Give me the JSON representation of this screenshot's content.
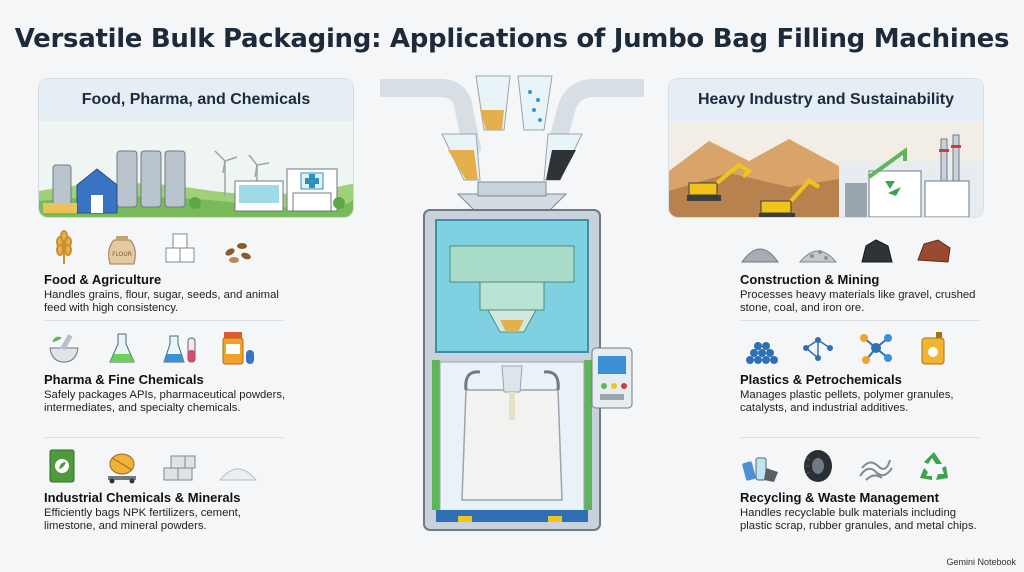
{
  "title": "Versatile Bulk Packaging: Applications of Jumbo Bag Filling Machines",
  "left_panel": {
    "header": "Food, Pharma, and Chemicals"
  },
  "right_panel": {
    "header": "Heavy Industry and Sustainability"
  },
  "left_sections": [
    {
      "title": "Food & Agriculture",
      "description": "Handles grains, flour, sugar, seeds, and animal feed with high consistency.",
      "icons": [
        "wheat-icon",
        "flour-sack-icon",
        "sugar-cubes-icon",
        "seeds-icon"
      ],
      "icon_text": "FLOUR"
    },
    {
      "title": "Pharma & Fine Chemicals",
      "description": "Safely packages APIs, pharmaceutical powders, intermediates, and specialty chemicals.",
      "icons": [
        "mortar-pestle-icon",
        "flask-icon",
        "flask-test-tube-icon",
        "pill-bottle-icon"
      ]
    },
    {
      "title": "Industrial Chemicals & Minerals",
      "description": "Efficiently bags NPK fertilizers, cement, limestone, and mineral powders.",
      "icons": [
        "fertilizer-bag-icon",
        "cement-mixer-icon",
        "limestone-blocks-icon",
        "mineral-powder-icon"
      ]
    }
  ],
  "right_sections": [
    {
      "title": "Construction & Mining",
      "description": "Processes heavy materials like gravel, crushed stone, coal, and iron ore.",
      "icons": [
        "gravel-pile-icon",
        "crushed-stone-icon",
        "coal-icon",
        "iron-ore-icon"
      ]
    },
    {
      "title": "Plastics & Petrochemicals",
      "description": "Manages plastic pellets, polymer granules, catalysts, and industrial additives.",
      "icons": [
        "plastic-pellets-icon",
        "polymer-structure-icon",
        "molecule-icon",
        "additive-canister-icon"
      ]
    },
    {
      "title": "Recycling & Waste Management",
      "description": "Handles recyclable bulk materials including plastic scrap, rubber granules, and metal chips.",
      "icons": [
        "plastic-scrap-icon",
        "tire-icon",
        "metal-chips-icon",
        "recycle-icon"
      ]
    }
  ],
  "watermark": "Gemini Notebook",
  "colors": {
    "machine_frame": "#c9d2dc",
    "glass": "#7fd0e0",
    "accent_green": "#5fb55a",
    "accent_blue": "#2f6fb5",
    "bag": "#f2f2f0"
  }
}
